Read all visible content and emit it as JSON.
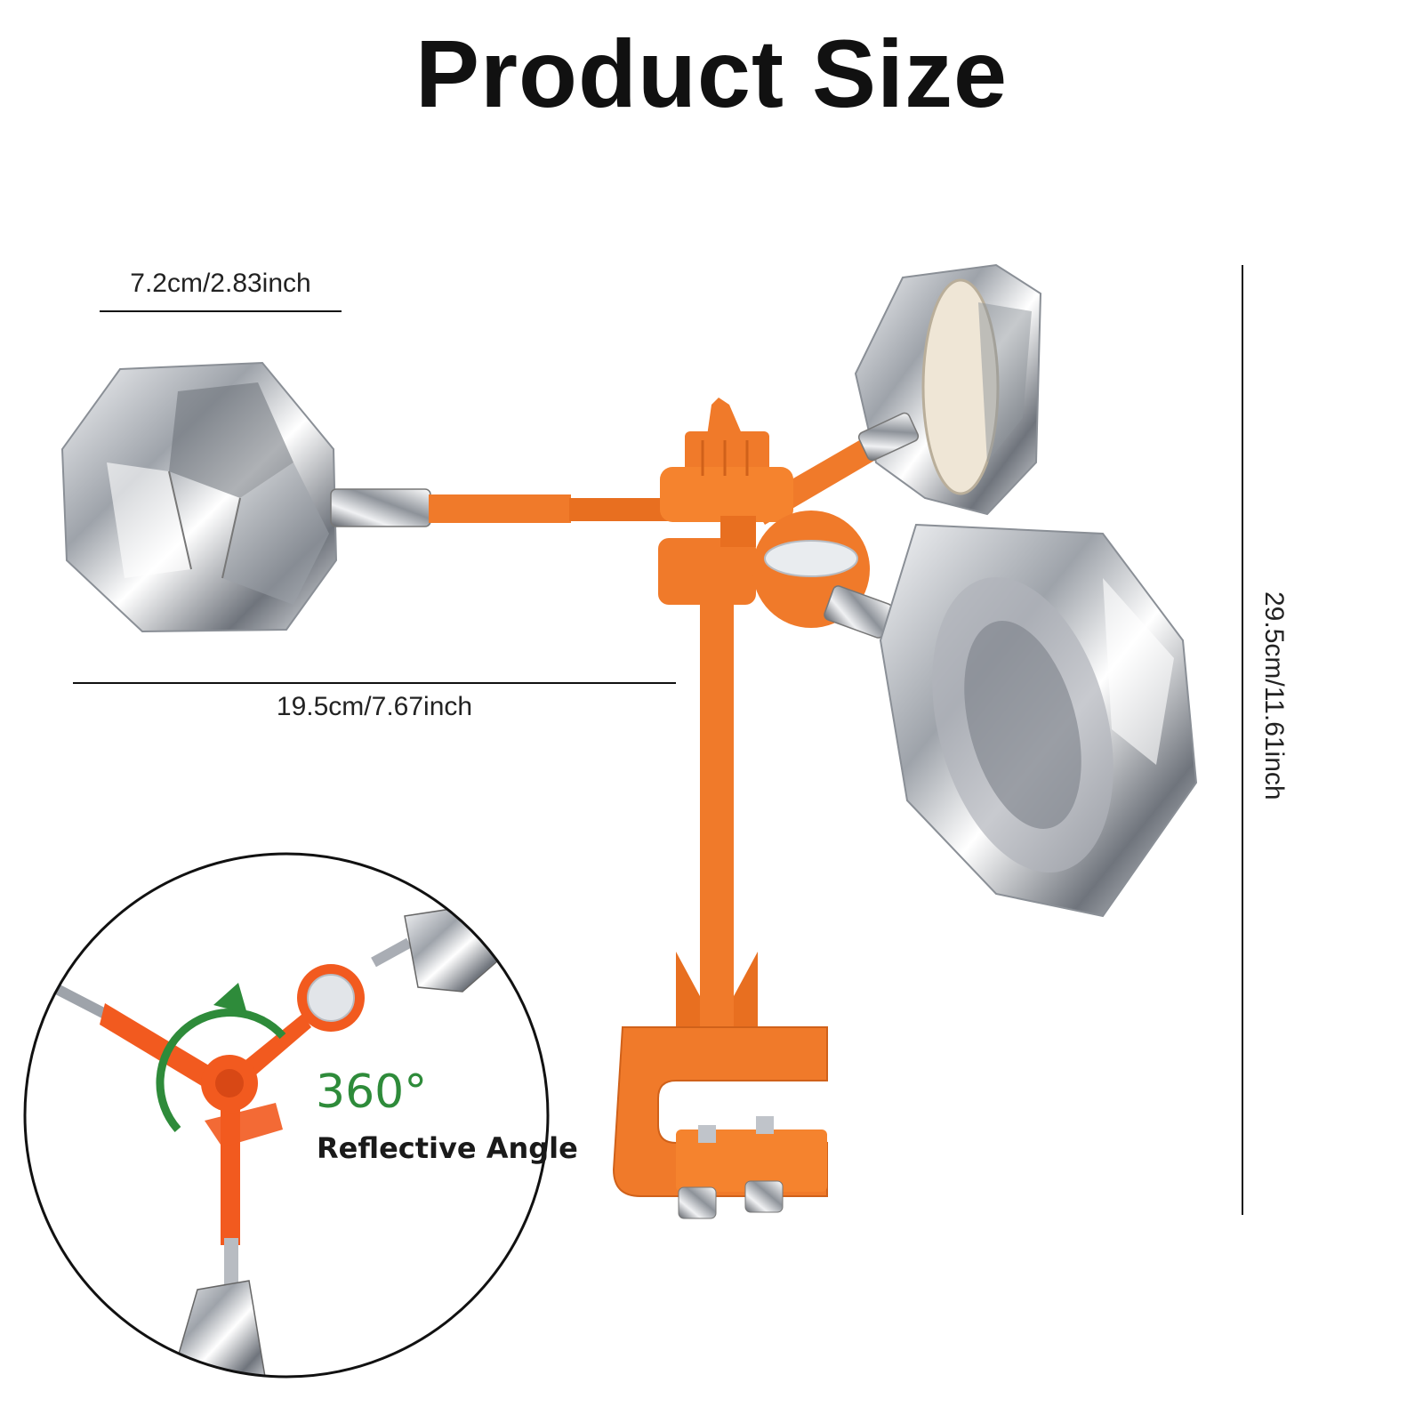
{
  "heading": "Product Size",
  "dimensions": {
    "small_width": "7.2cm/2.83inch",
    "total_width": "19.5cm/7.67inch",
    "height": "29.5cm/11.61inch"
  },
  "callout": {
    "angle": "360°",
    "label": "Reflective Angle"
  },
  "colors": {
    "accent_orange": "#f07a2a",
    "rotation_green": "#2e8b3a",
    "chrome": "#c9ccd1"
  }
}
